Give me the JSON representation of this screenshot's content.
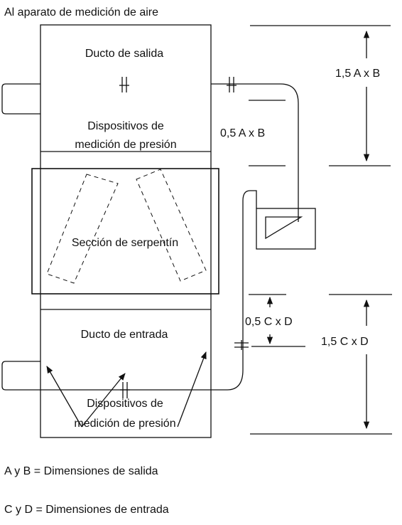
{
  "title": "Al aparato de medición de aire",
  "sections": {
    "outlet_duct": "Ducto de salida",
    "outlet_pressure_devices_line1": "Dispositivos de",
    "outlet_pressure_devices_line2": "medición de presión",
    "coil_section": "Sección de serpentín",
    "inlet_duct": "Ducto de entrada",
    "inlet_pressure_devices_line1": "Dispositivos de",
    "inlet_pressure_devices_line2": "medición de presión"
  },
  "dimensions": {
    "outlet_long": "1,5 A x B",
    "outlet_short": "0,5  A x  B",
    "inlet_short": "0,5  C x D",
    "inlet_long": "1,5  C x D"
  },
  "legend": {
    "ab": "A y B  =  Dimensiones de salida",
    "cd": "C y D  =  Dimensiones de entrada"
  }
}
